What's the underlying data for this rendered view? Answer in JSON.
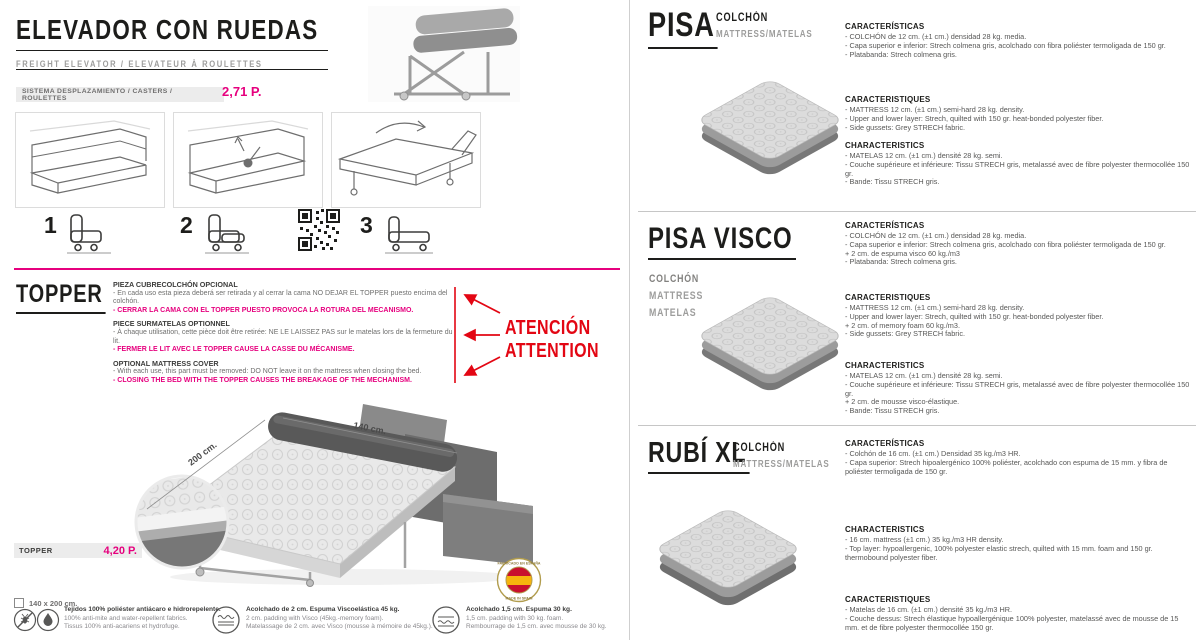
{
  "colors": {
    "accent_pink": "#e6007e",
    "alert_red": "#e30613",
    "spain_red": "#c8102e",
    "spain_yellow": "#f6b40e"
  },
  "left": {
    "title": "ELEVADOR CON RUEDAS",
    "subtitle": "FREIGHT ELEVATOR / ELEVATEUR À ROULETTES",
    "spec_bar": {
      "label": "SISTEMA DESPLAZAMIENTO / CASTERS / ROULETTES",
      "price": "2,71 P."
    },
    "steps": {
      "numbers": [
        "1",
        "2",
        "3"
      ]
    },
    "topper": {
      "heading": "TOPPER",
      "groups": [
        {
          "title": "PIEZA CUBRECOLCHÓN OPCIONAL",
          "body": "- En cada uso esta pieza deberá ser retirada y al cerrar la cama NO DEJAR EL TOPPER puesto encima del colchón.",
          "warning": "- CERRAR LA CAMA CON EL TOPPER PUESTO PROVOCA LA ROTURA DEL MECANISMO."
        },
        {
          "title": "PIECE SURMATELAS OPTIONNEL",
          "body": "- À chaque utilisation, cette pièce doit être retirée: NE LE LAISSEZ PAS sur le matelas lors de la fermeture du lit.",
          "warning": "- FERMER LE LIT AVEC LE TOPPER CAUSE LA CASSE DU MÉCANISME."
        },
        {
          "title": "OPTIONAL MATTRESS COVER",
          "body": "- With each use, this part must be removed: DO NOT leave it on the mattress when closing the bed.",
          "warning": "- CLOSING THE BED WITH THE TOPPER CAUSES THE BREAKAGE OF THE MECHANISM."
        }
      ],
      "attention": [
        "ATENCIÓN",
        "ATTENTION"
      ],
      "price_bar": {
        "label": "TOPPER",
        "price": "4,20 P."
      }
    },
    "dimensions": {
      "length": "200 cm.",
      "width": "140 cm."
    },
    "size_option": "140 x 200 cm.",
    "badge": {
      "top": "FABRICADO EN ESPAÑA",
      "bottom": "MADE IN SPAIN"
    },
    "footer": [
      {
        "lines": [
          "Tejidos 100% poliéster antiácaro e hidrorepelente.",
          "100% anti-mite and water-repellent fabrics.",
          "Tissus 100% anti-acariens et hydrofuge."
        ]
      },
      {
        "lines": [
          "Acolchado de 2 cm. Espuma Viscoelástica 45 kg.",
          "2 cm. padding with Visco (45kg.-memory foam).",
          "Matelassage de 2 cm. avec Visco (mousse à mémoire de 45kg.)."
        ]
      },
      {
        "lines": [
          "Acolchado 1,5 cm. Espuma 30 kg.",
          "1,5 cm. padding with 30 kg. foam.",
          "Rembourrage de 1,5 cm. avec mousse de 30 kg."
        ]
      }
    ]
  },
  "right": {
    "products": [
      {
        "name": "PISA",
        "sub_top": "COLCHÓN",
        "sub_bottom": "MATTRESS/MATELAS",
        "blocks": [
          {
            "heading": "CARACTERÍSTICAS",
            "lines": [
              "- COLCHÓN de 12 cm. (±1 cm.) densidad 28 kg. media.",
              "- Capa superior e inferior: Strech colmena gris, acolchado con fibra poliéster termoligada de 150 gr.",
              "- Platabanda: Strech colmena gris."
            ]
          },
          {
            "heading": "CARACTERISTIQUES",
            "lines": [
              "- MATTRESS 12 cm. (±1 cm.) semi-hard 28 kg. density.",
              "- Upper and lower layer: Strech, quilted with 150 gr. heat-bonded polyester fiber.",
              "- Side gussets: Grey STRECH fabric."
            ]
          },
          {
            "heading": "CHARACTERISTICS",
            "lines": [
              "- MATELAS 12 cm. (±1 cm.) densité 28 kg. semi.",
              "- Couche supérieure et inférieure: Tissu STRECH gris, metalassé avec de fibre polyester thermocollée 150 gr.",
              "- Bande: Tissu STRECH gris."
            ]
          }
        ]
      },
      {
        "name": "PISA VISCO",
        "sub_stack": [
          "COLCHÓN",
          "MATTRESS",
          "MATELAS"
        ],
        "blocks": [
          {
            "heading": "CARACTERÍSTICAS",
            "lines": [
              "- COLCHÓN de 12 cm. (±1 cm.) densidad 28 kg. media.",
              "- Capa superior e inferior: Strech colmena gris, acolchado con fibra poliéster termoligada de 150 gr.",
              "+ 2 cm. de espuma visco 60 kg./m3",
              "- Platabanda: Strech colmena gris."
            ]
          },
          {
            "heading": "CARACTERISTIQUES",
            "lines": [
              "- MATTRESS 12 cm. (±1 cm.) semi-hard 28 kg. density.",
              "- Upper and lower layer: Strech, quilted with 150 gr. heat-bonded polyester fiber.",
              "+ 2 cm. of memory foam 60 kg./m3.",
              "- Side gussets: Grey STRECH fabric."
            ]
          },
          {
            "heading": "CHARACTERISTICS",
            "lines": [
              "- MATELAS 12 cm. (±1 cm.) densité 28 kg. semi.",
              "- Couche supérieure et inférieure: Tissu STRECH gris, metalassé avec de fibre polyester thermocollée 150 gr.",
              "+ 2 cm. de mousse visco-élastique.",
              "- Bande: Tissu STRECH gris."
            ]
          }
        ]
      },
      {
        "name": "RUBÍ XL",
        "sub_top": "COLCHÓN",
        "sub_bottom": "MATTRESS/MATELAS",
        "blocks": [
          {
            "heading": "CARACTERÍSTICAS",
            "lines": [
              "- Colchón de 16 cm. (±1 cm.) Densidad 35 kg./m3 HR.",
              "- Capa superior: Strech hipoalergénico 100% poliéster, acolchado con espuma de 15 mm. y fibra de poliéster termoligada de 150 gr."
            ]
          },
          {
            "heading": "CHARACTERISTICS",
            "lines": [
              "- 16 cm. mattress (±1 cm.) 35 kg./m3 HR density.",
              "- Top layer: hypoallergenic, 100% polyester elastic strech, quilted with 15 mm. foam and 150 gr. thermobound polyester fiber."
            ]
          },
          {
            "heading": "CARACTERISTIQUES",
            "lines": [
              "- Matelas de 16 cm. (±1 cm.) densité 35 kg./m3 HR.",
              "- Couche dessus: Strech élastique hypoallergénique 100% polyester, matelassé avec de mousse de 15 mm. et de fibre polyester thermocollée 150 gr."
            ]
          }
        ]
      }
    ]
  }
}
